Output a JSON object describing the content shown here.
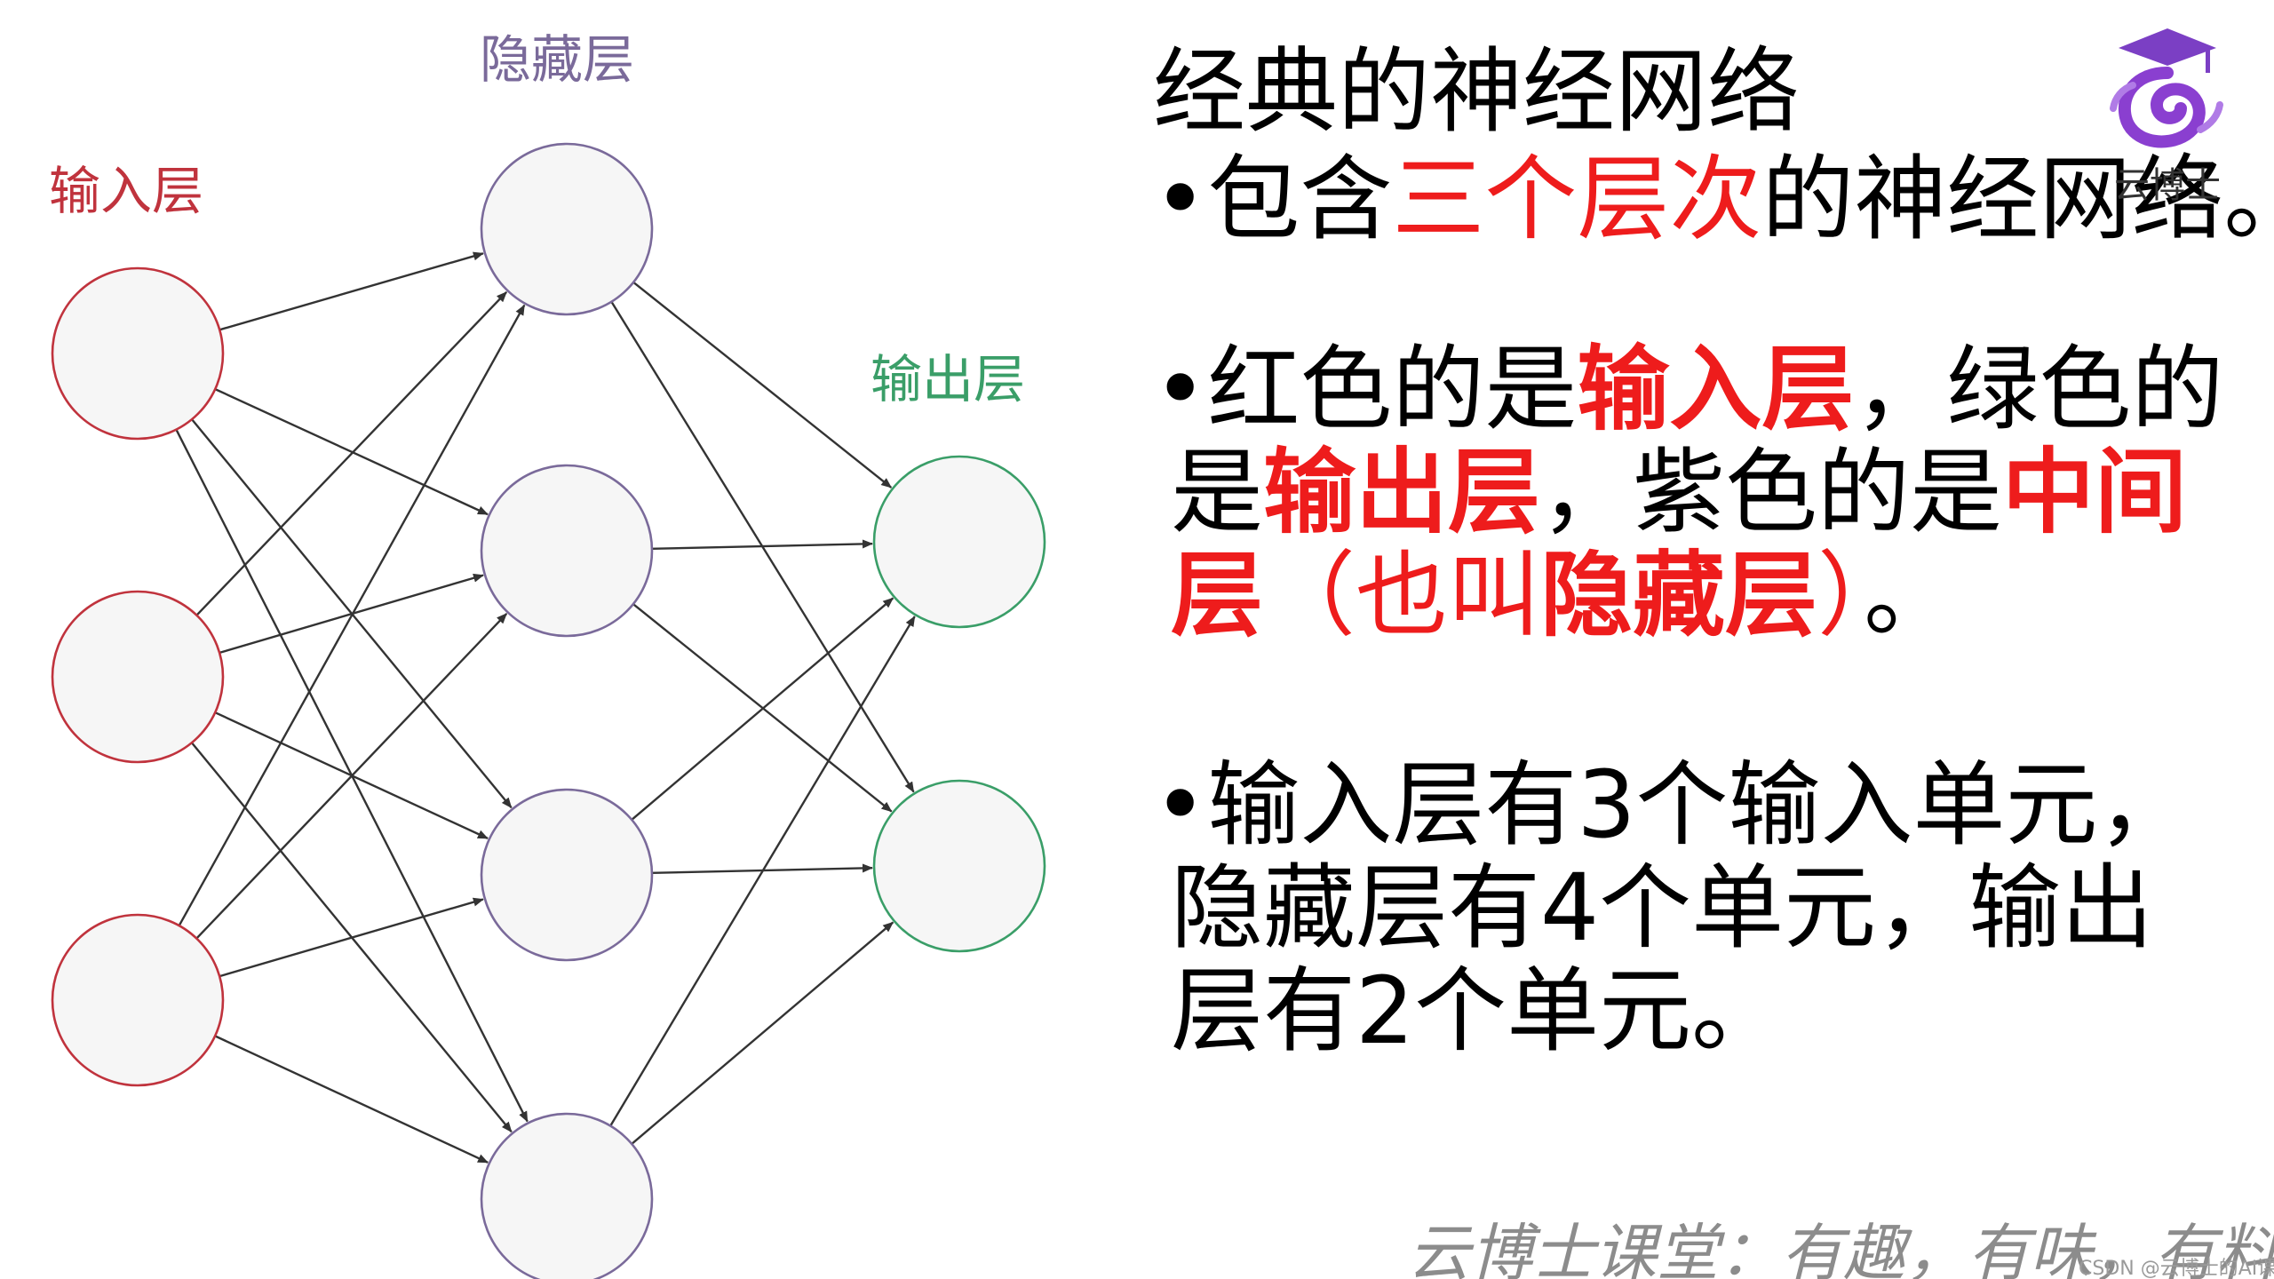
{
  "diagram": {
    "labels": {
      "input": "输入层",
      "hidden": "隐藏层",
      "output": "输出层"
    },
    "layers": [
      {
        "name": "input",
        "count": 3
      },
      {
        "name": "hidden",
        "count": 4
      },
      {
        "name": "output",
        "count": 2
      }
    ],
    "colors": {
      "input": "#c0333d",
      "hidden": "#7a6a9a",
      "output": "#3a9e68",
      "arrow": "#333333",
      "node_fill": "#f6f6f6",
      "highlight": "#ee1c1c"
    }
  },
  "text": {
    "title": "经典的神经网络",
    "bullet1": {
      "prefix": "•包含",
      "highlight": "三个层次",
      "suffix": "的神经网络。"
    },
    "bullet2": {
      "line1_a": "•红色的是",
      "line1_b": "输入层",
      "line1_c": "，绿色的",
      "line2_a": "是",
      "line2_b": "输出层",
      "line2_c": "，紫色的是",
      "line2_d": "中间",
      "line3_a": "层",
      "line3_b": "（也叫",
      "line3_c": "隐藏层",
      "line3_d": "）",
      "line3_e": "。"
    },
    "bullet3": {
      "line1": "•输入层有3个输入单元，",
      "line2": "隐藏层有4个单元，输出",
      "line3": "层有2个单元。"
    }
  },
  "logo": {
    "text": "云博士",
    "icon": "graduation-cap-spiral-icon",
    "color": "#8a3fd0"
  },
  "slogan": "云博士课堂：有趣，有味，有料",
  "watermark": "CSDN @云博士的AI课堂"
}
